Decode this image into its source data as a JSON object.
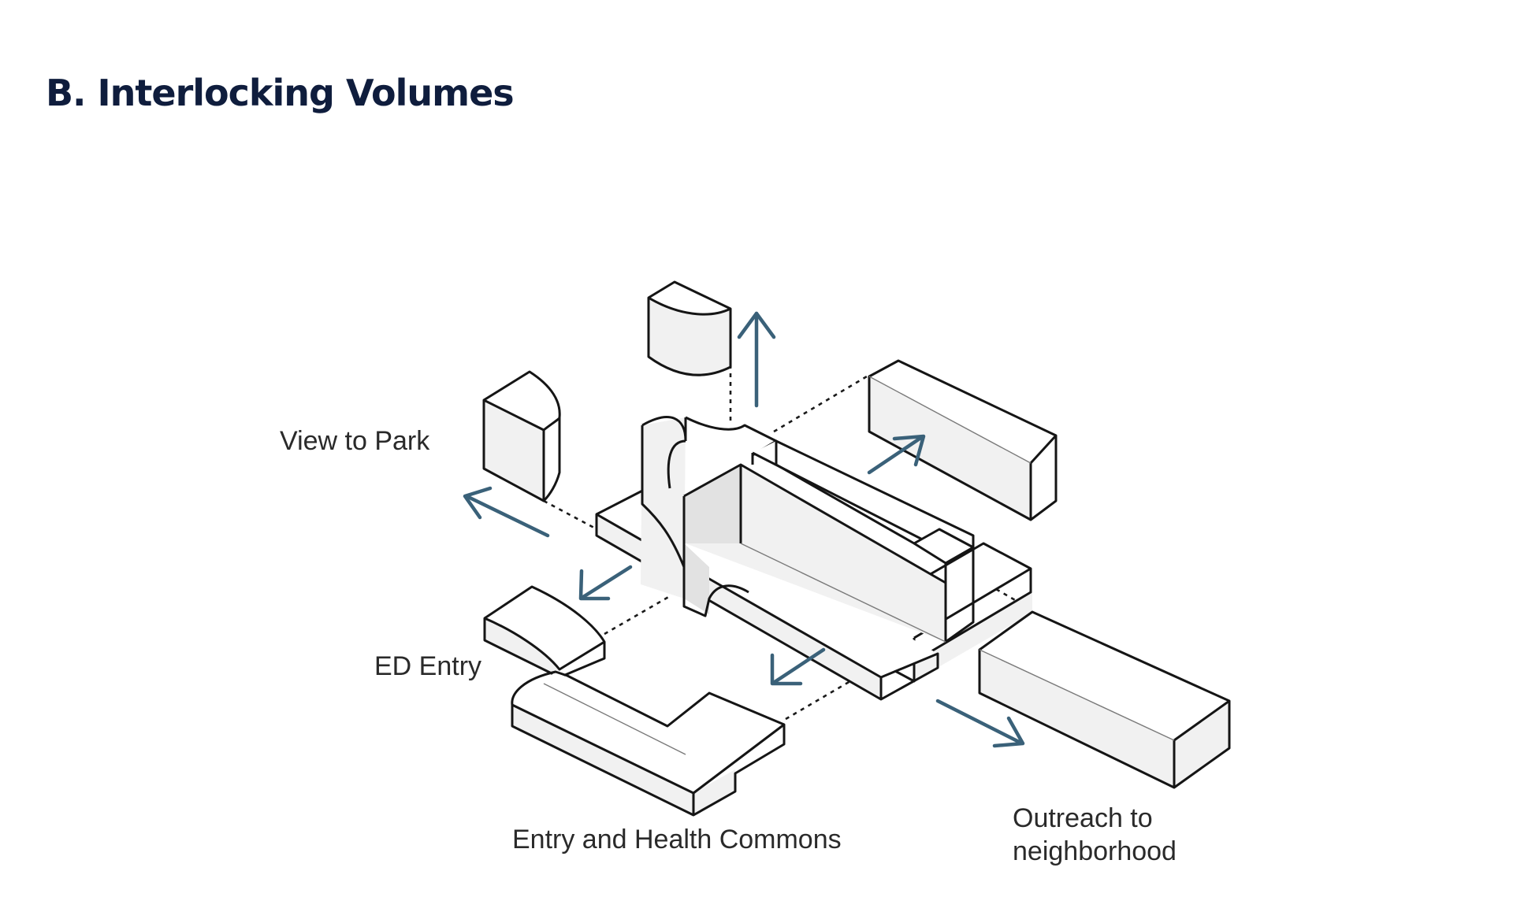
{
  "title": "B. Interlocking Volumes",
  "labels": {
    "view_to_park": "View to Park",
    "ed_entry": "ED Entry",
    "entry_health_commons": "Entry and Health Commons",
    "outreach_line1": "Outreach to",
    "outreach_line2": "neighborhood"
  },
  "colors": {
    "title": "#0f1d3d",
    "arrow": "#3a6179",
    "line": "#151515"
  }
}
